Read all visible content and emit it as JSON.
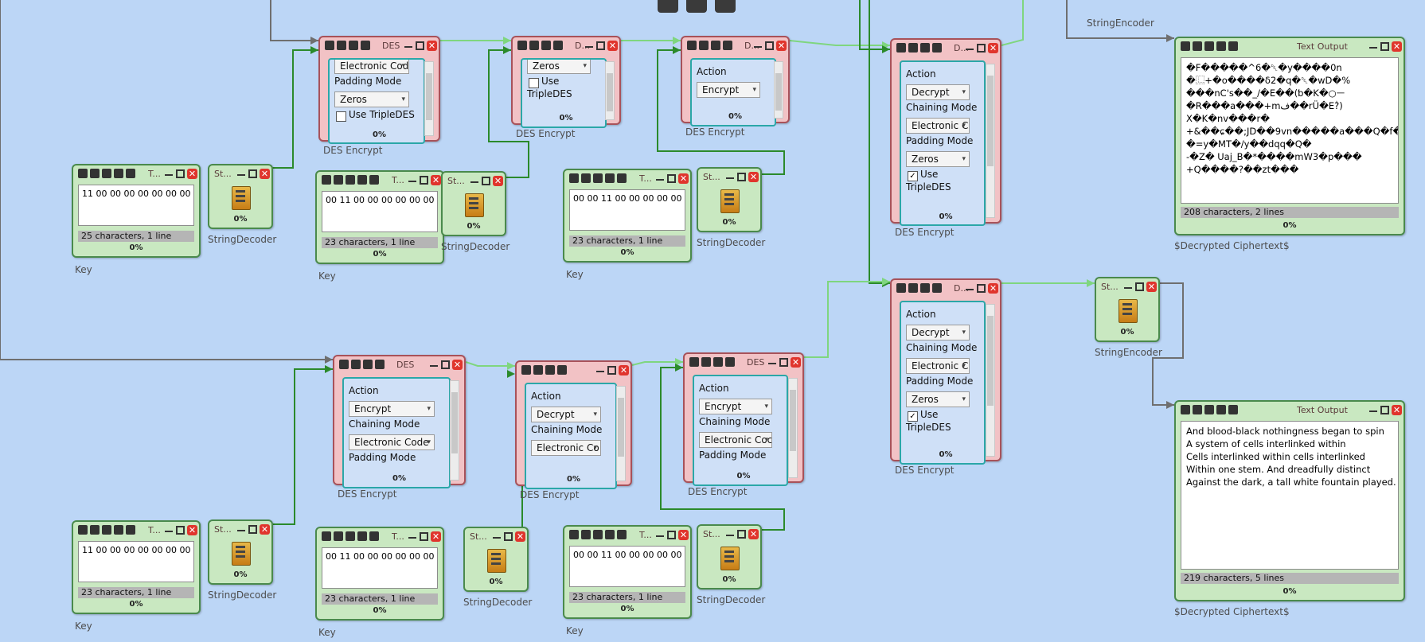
{
  "top_toolbar": {
    "buttons": [
      "up-arrow-icon",
      "camera-icon",
      "comment-icon"
    ]
  },
  "top_right_caption": "StringEncoder",
  "des_nodes": [
    {
      "title": "DES",
      "fields": [
        {
          "type": "select",
          "value": "Electronic Code"
        },
        {
          "type": "label",
          "text": "Padding Mode"
        },
        {
          "type": "select",
          "value": "Zeros"
        },
        {
          "type": "checkbox",
          "checked": false,
          "text": "Use TripleDES"
        }
      ],
      "percent": "0%",
      "caption": "DES Encrypt"
    },
    {
      "title": "D...",
      "fields": [
        {
          "type": "select",
          "value": "Zeros"
        },
        {
          "type": "checkbox",
          "checked": false,
          "text": "Use"
        },
        {
          "type": "label",
          "text": "TripleDES"
        }
      ],
      "percent": "0%",
      "caption": "DES Encrypt"
    },
    {
      "title": "D...",
      "fields": [
        {
          "type": "label",
          "text": "Action"
        },
        {
          "type": "select",
          "value": "Encrypt"
        }
      ],
      "percent": "0%",
      "caption": "DES Encrypt"
    },
    {
      "title": "D...",
      "fields": [
        {
          "type": "label",
          "text": "Action"
        },
        {
          "type": "select",
          "value": "Decrypt"
        },
        {
          "type": "label",
          "text": "Chaining Mode"
        },
        {
          "type": "select",
          "value": "Electronic C"
        },
        {
          "type": "label",
          "text": "Padding Mode"
        },
        {
          "type": "select",
          "value": "Zeros"
        },
        {
          "type": "checkbox",
          "checked": true,
          "text": "Use"
        },
        {
          "type": "label",
          "text": "TripleDES"
        }
      ],
      "percent": "0%",
      "caption": "DES Encrypt"
    },
    {
      "title": "D...",
      "fields": [
        {
          "type": "label",
          "text": "Action"
        },
        {
          "type": "select",
          "value": "Decrypt"
        },
        {
          "type": "label",
          "text": "Chaining Mode"
        },
        {
          "type": "select",
          "value": "Electronic C"
        },
        {
          "type": "label",
          "text": "Padding Mode"
        },
        {
          "type": "select",
          "value": "Zeros"
        },
        {
          "type": "checkbox",
          "checked": true,
          "text": "Use"
        },
        {
          "type": "label",
          "text": "TripleDES"
        }
      ],
      "percent": "0%",
      "caption": "DES Encrypt"
    },
    {
      "title": "DES",
      "fields": [
        {
          "type": "label",
          "text": "Action"
        },
        {
          "type": "select",
          "value": "Encrypt"
        },
        {
          "type": "label",
          "text": "Chaining Mode"
        },
        {
          "type": "select",
          "value": "Electronic Code"
        },
        {
          "type": "label",
          "text": "Padding Mode"
        }
      ],
      "percent": "0%",
      "caption": "DES Encrypt"
    },
    {
      "title": "",
      "fields": [
        {
          "type": "label",
          "text": "Action"
        },
        {
          "type": "select",
          "value": "Decrypt"
        },
        {
          "type": "label",
          "text": "Chaining Mode"
        },
        {
          "type": "select",
          "value": "Electronic Co"
        }
      ],
      "percent": "0%",
      "caption": "DES Encrypt"
    },
    {
      "title": "DES",
      "fields": [
        {
          "type": "label",
          "text": "Action"
        },
        {
          "type": "select",
          "value": "Encrypt"
        },
        {
          "type": "label",
          "text": "Chaining Mode"
        },
        {
          "type": "select",
          "value": "Electronic Coc"
        },
        {
          "type": "label",
          "text": "Padding Mode"
        }
      ],
      "percent": "0%",
      "caption": "DES Encrypt"
    }
  ],
  "key_nodes": [
    {
      "title": "T...",
      "text": "11 00 00 00 00 00 00 00",
      "status": "25 characters,  1 line",
      "percent": "0%",
      "caption": "Key"
    },
    {
      "title": "T...",
      "text": "00 11 00 00 00 00 00 00",
      "status": "23 characters,  1 line",
      "percent": "0%",
      "caption": "Key"
    },
    {
      "title": "T...",
      "text": "00 00 11 00 00 00 00 00",
      "status": "23 characters,  1 line",
      "percent": "0%",
      "caption": "Key"
    },
    {
      "title": "T...",
      "text": "11 00 00 00 00 00 00 00",
      "status": "23 characters,  1 line",
      "percent": "0%",
      "caption": "Key"
    },
    {
      "title": "T...",
      "text": "00 11 00 00 00 00 00 00",
      "status": "23 characters,  1 line",
      "percent": "0%",
      "caption": "Key"
    },
    {
      "title": "T...",
      "text": "00 00 11 00 00 00 00 00",
      "status": "23 characters,  1 line",
      "percent": "0%",
      "caption": "Key"
    }
  ],
  "decoder_nodes": [
    {
      "title": "St...",
      "percent": "0%",
      "caption": "StringDecoder"
    },
    {
      "title": "St...",
      "percent": "0%",
      "caption": "StringDecoder"
    },
    {
      "title": "St...",
      "percent": "0%",
      "caption": "StringDecoder"
    },
    {
      "title": "St...",
      "percent": "0%",
      "caption": "StringDecoder"
    },
    {
      "title": "St...",
      "percent": "0%",
      "caption": "StringDecoder"
    },
    {
      "title": "St...",
      "percent": "0%",
      "caption": "StringDecoder"
    },
    {
      "title": "St...",
      "percent": "0%",
      "caption": "StringEncoder"
    }
  ],
  "text_outputs": [
    {
      "title": "Text Output",
      "lines": [
        "�F�����^6�␡�y����0n",
        "�⿺+�o����δ2�q�␡�wD�%",
        "���nC's��_/�E��(ƅ�K�○ᅳ",
        "�R���a���+mف��rÜ�Eٰ?)",
        "X�K�nv���r�",
        "+&��ɕ��;JD��9vn�����a���Q�f��",
        "�=y�MT�/y��dqq�Q�",
        "-�Z�     Uaj_B�*����mW3�p���",
        "+Q����?��zt���"
      ],
      "status": "208 characters,  2 lines",
      "percent": "0%",
      "caption": "$Decrypted Ciphertext$"
    },
    {
      "title": "Text Output",
      "lines": [
        "And blood-black nothingness began to spin",
        "A system of cells interlinked within",
        "Cells interlinked within cells interlinked",
        "Within one stem. And dreadfully distinct",
        "Against the dark, a tall white fountain played."
      ],
      "status": "219 characters,  5 lines",
      "percent": "0%",
      "caption": "$Decrypted Ciphertext$"
    }
  ],
  "colors": {
    "canvas": "#bcd6f6",
    "des_body": "#f2c2c5",
    "des_border": "#a8525a",
    "green_body": "#c9e8c1",
    "green_border": "#4a8a4c",
    "panel_border": "#2ba7a8",
    "wire_dark": "#2b8a2b",
    "wire_light": "#7fd67f",
    "wire_gray": "#6f6f6f"
  }
}
